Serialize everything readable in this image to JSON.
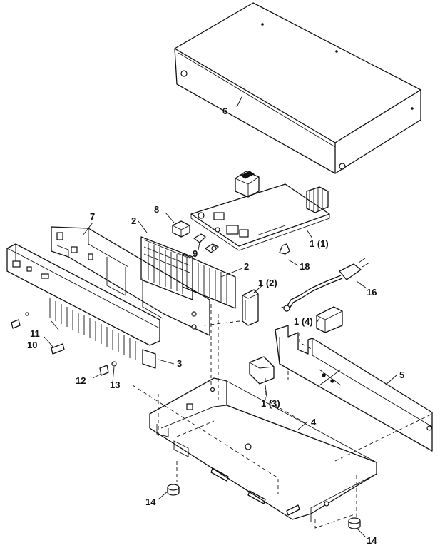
{
  "callouts": {
    "c1": "1 (1)",
    "c2": "1 (2)",
    "c3": "1 (3)",
    "c4": "1 (4)",
    "c5": "2",
    "c6": "2",
    "c7": "3",
    "c8": "4",
    "c9": "5",
    "c10": "6",
    "c11": "7",
    "c12": "8",
    "c13": "9",
    "c14": "10",
    "c15": "11",
    "c16": "12",
    "c17": "13",
    "c18": "14",
    "c19": "14",
    "c20": "16",
    "c21": "18"
  }
}
